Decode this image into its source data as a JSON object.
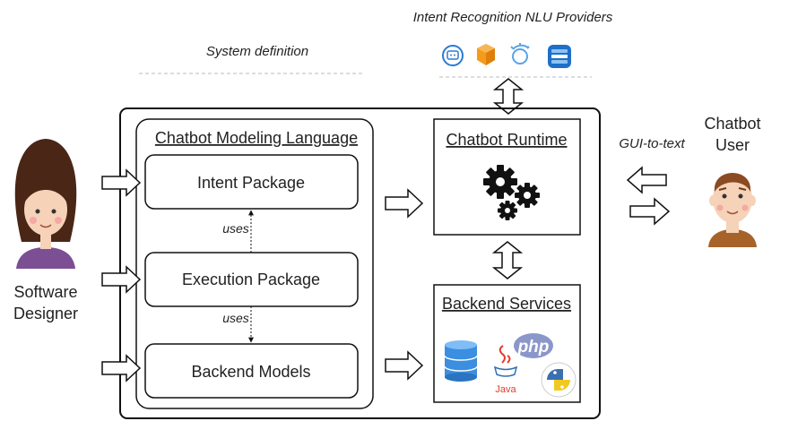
{
  "providers": {
    "title": "Intent Recognition NLU Providers",
    "icons": [
      "dialogflow-icon",
      "amazon-lex-icon",
      "ibm-watson-icon",
      "azure-luis-icon"
    ]
  },
  "system_definition": "System definition",
  "language": {
    "title": "Chatbot Modeling Language",
    "packages": [
      "Intent Package",
      "Execution Package",
      "Backend Models"
    ],
    "uses_labels": [
      "uses",
      "uses"
    ]
  },
  "runtime": {
    "title": "Chatbot Runtime",
    "icon": "gears-icon"
  },
  "backend": {
    "title": "Backend Services",
    "icons": [
      "database-icon",
      "php-icon",
      "java-icon",
      "python-icon"
    ],
    "php_text": "php",
    "java_text": "Java"
  },
  "designer": {
    "line1": "Software",
    "line2": "Designer"
  },
  "user": {
    "line1": "Chatbot",
    "line2": "User"
  },
  "gui_to_text": "GUI-to-text",
  "colors": {
    "stroke": "#111111",
    "dashed": "#bbbbbb",
    "accent_blue": "#2b7bd3",
    "skin": "#f6d2b8"
  }
}
